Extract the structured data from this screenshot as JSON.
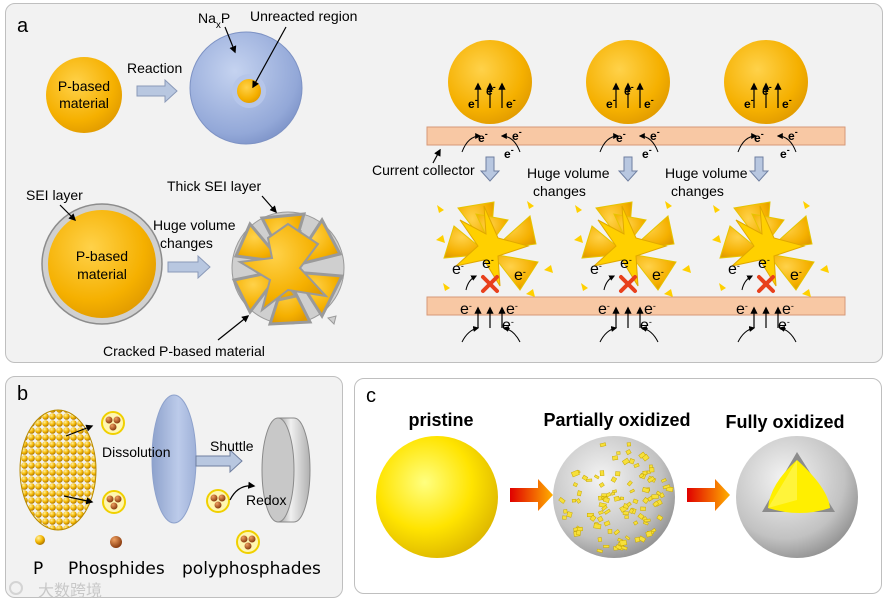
{
  "panel_a": {
    "letter": "a",
    "nap_label": "Na",
    "nap_sub": "x",
    "nap_tail": "P",
    "unreacted": "Unreacted region",
    "p_based_1": "P-based",
    "material": "material",
    "reaction": "Reaction",
    "sei_layer": "SEI layer",
    "thick_sei": "Thick SEI layer",
    "huge_volume": "Huge volume",
    "changes": "changes",
    "cracked": "Cracked P-based material",
    "current_collector": "Current collector",
    "electron": "e",
    "electron_sup": "-"
  },
  "panel_b": {
    "letter": "b",
    "dissolution": "Dissolution",
    "shuttle": "Shuttle",
    "redox": "Redox",
    "p": "P",
    "phosphides": "Phosphides",
    "polyphosphades": "polyphosphades"
  },
  "panel_c": {
    "letter": "c",
    "pristine": "pristine",
    "partially": "Partially oxidized",
    "fully": "Fully oxidized"
  },
  "watermark": "大数跨境",
  "colors": {
    "gold": "#f5b400",
    "nap_blue": "#9bb0dc",
    "copper": "#f8c8a4",
    "red_x": "#e8401c"
  }
}
